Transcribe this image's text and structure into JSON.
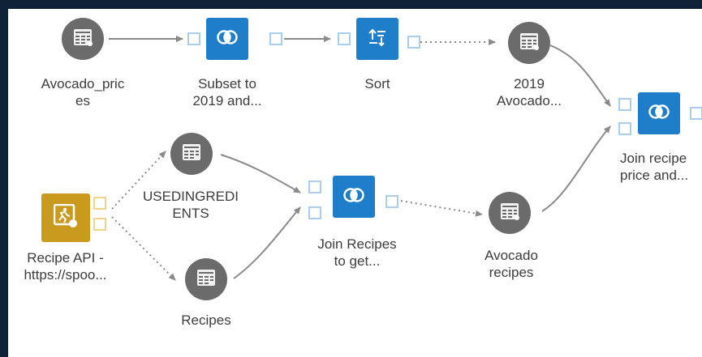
{
  "colors": {
    "frame": "#0f2238",
    "canvas": "#ffffff",
    "data_node": "#6b6b6b",
    "task_node": "#1f7ec9",
    "source_node": "#c99a1e",
    "port": "#a9cdec",
    "source_port": "#f0d48a",
    "edge": "#8a8a8a"
  },
  "nodes": {
    "avocado_prices": {
      "label": "Avocado_pric\nes",
      "icon": "table-icon"
    },
    "subset": {
      "label": "Subset to\n2019 and...",
      "icon": "join-icon"
    },
    "sort": {
      "label": "Sort",
      "icon": "sort-icon"
    },
    "avocado_2019": {
      "label": "2019\nAvocado...",
      "icon": "table-icon"
    },
    "join_price": {
      "label": "Join recipe\nprice and...",
      "icon": "join-icon"
    },
    "used_ingredients": {
      "label": "USEDINGREDI\nENTS",
      "icon": "table-icon"
    },
    "recipe_api": {
      "label": "Recipe API -\nhttps://spoo...",
      "icon": "rest-api-icon"
    },
    "join_recipes": {
      "label": "Join Recipes\nto get...",
      "icon": "join-icon"
    },
    "avocado_recipes": {
      "label": "Avocado\nrecipes",
      "icon": "table-icon"
    },
    "recipes": {
      "label": "Recipes",
      "icon": "table-icon"
    }
  }
}
